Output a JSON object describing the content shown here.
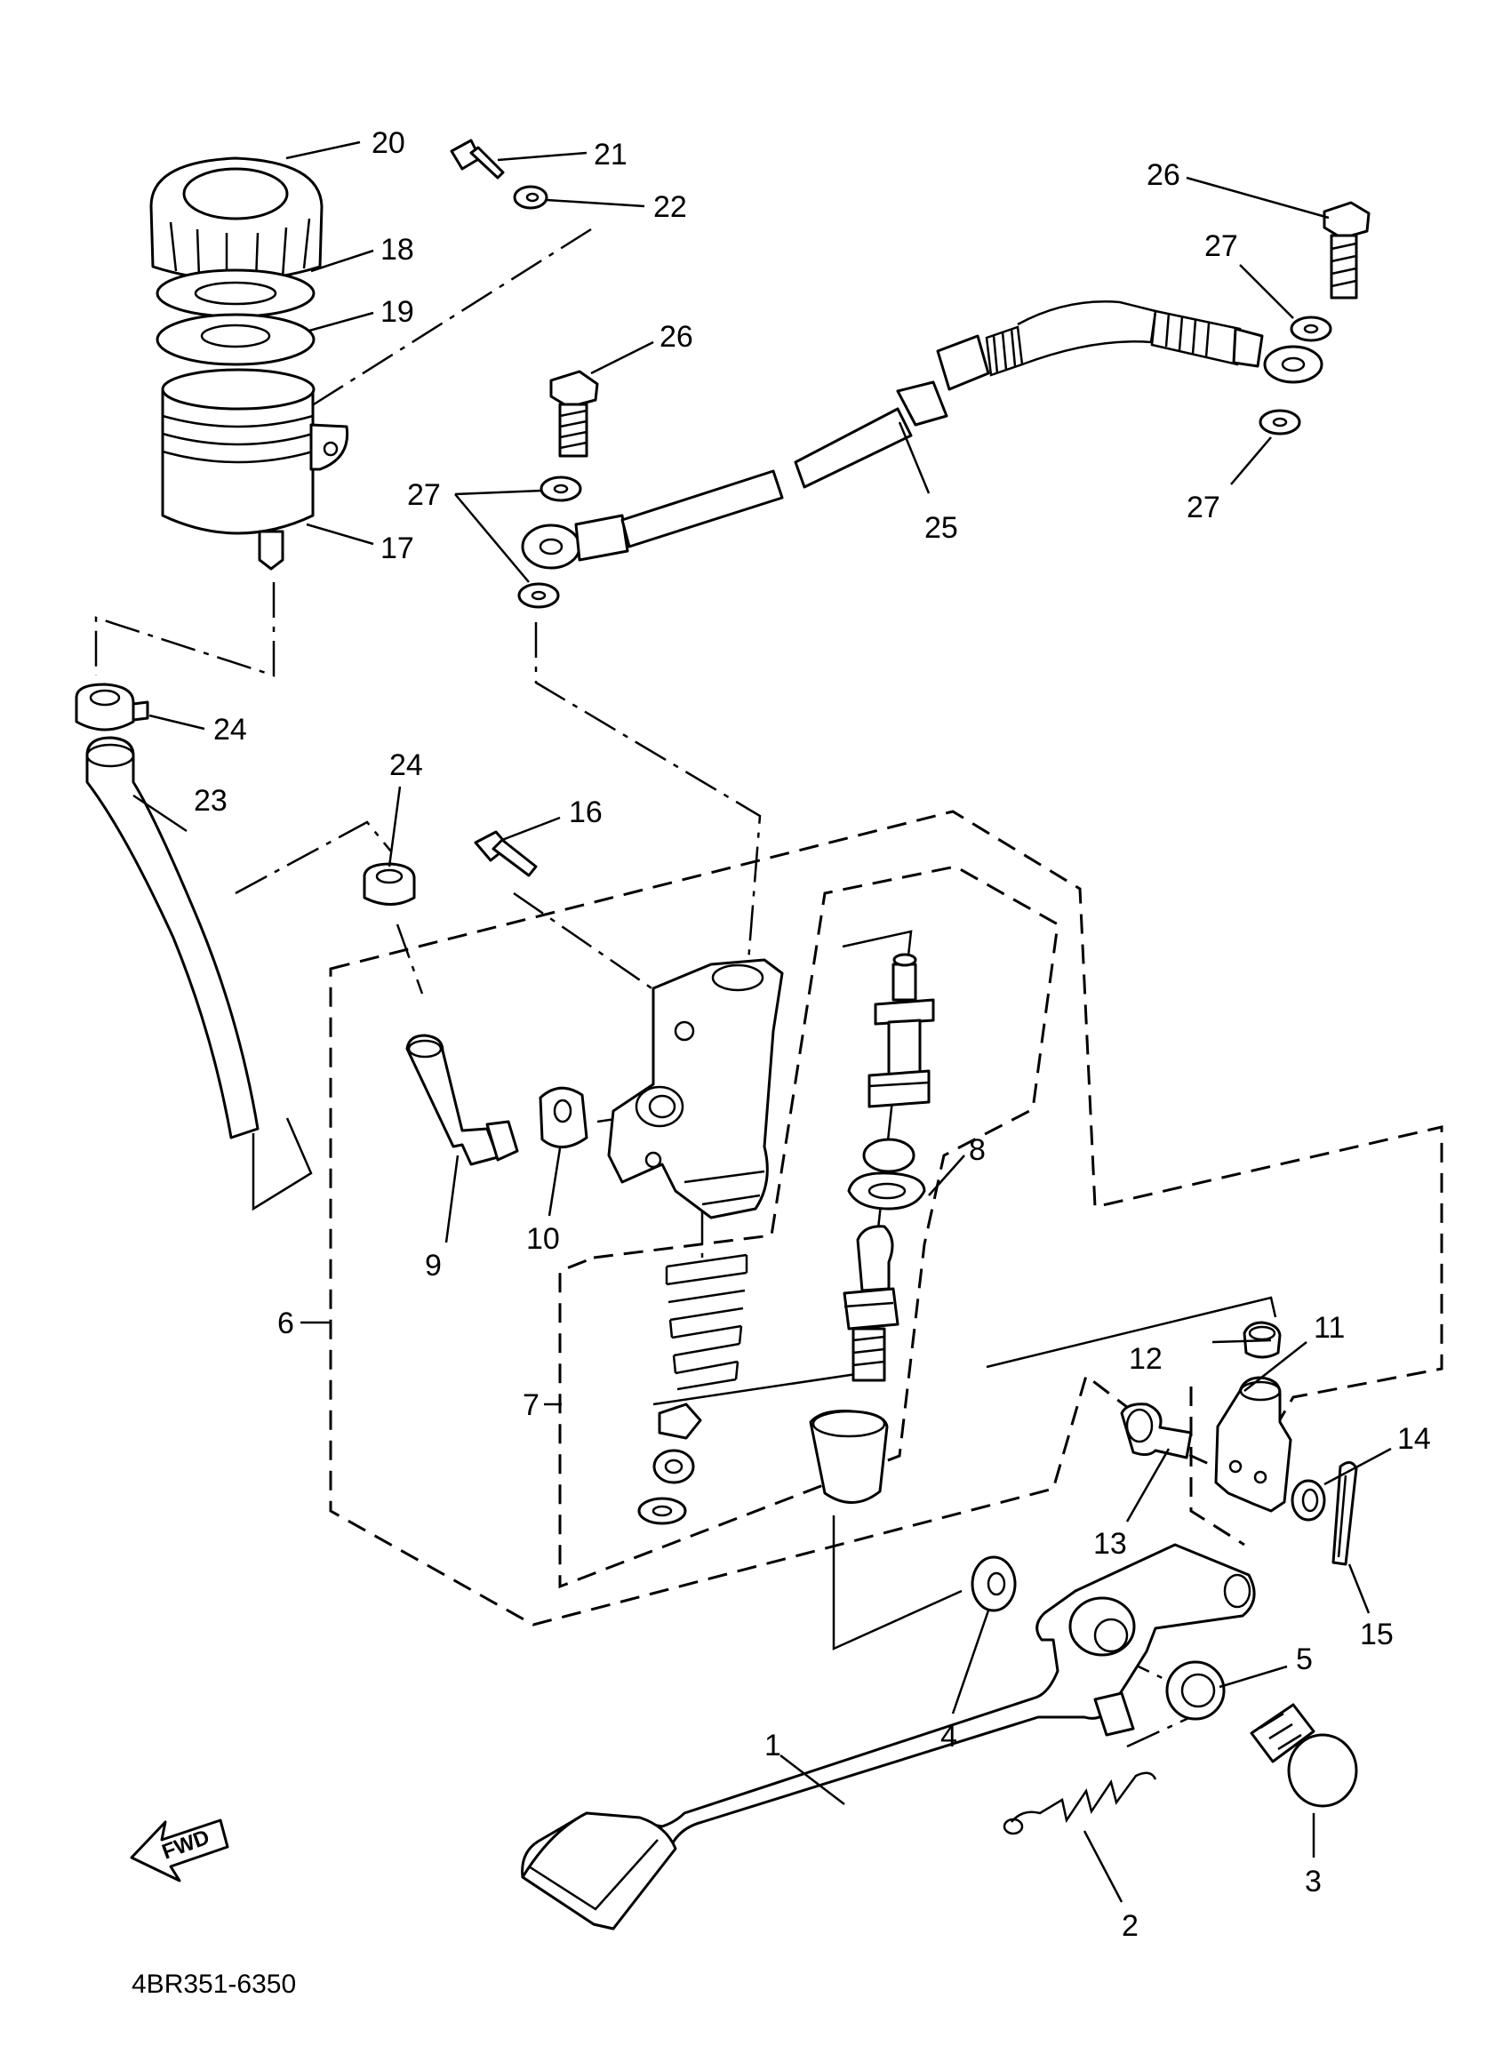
{
  "diagram_code": "4BR351-6350",
  "fwd_label": "FWD",
  "callouts": {
    "c1": "1",
    "c2": "2",
    "c3": "3",
    "c4": "4",
    "c5": "5",
    "c6": "6",
    "c7": "7",
    "c8": "8",
    "c9": "9",
    "c10": "10",
    "c11": "11",
    "c12": "12",
    "c13": "13",
    "c14": "14",
    "c15": "15",
    "c16": "16",
    "c17": "17",
    "c18": "18",
    "c19": "19",
    "c20": "20",
    "c21": "21",
    "c22": "22",
    "c23": "23",
    "c24a": "24",
    "c24b": "24",
    "c25": "25",
    "c26a": "26",
    "c26b": "26",
    "c27a": "27",
    "c27b": "27",
    "c27c": "27"
  }
}
